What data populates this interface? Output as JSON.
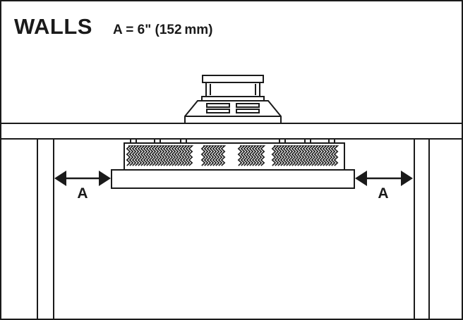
{
  "header": {
    "title": "WALLS",
    "clearance_note": "A = 6\" (152 mm)"
  },
  "dimensions": {
    "left_label": "A",
    "right_label": "A"
  },
  "colors": {
    "line": "#1a1a1a",
    "background": "#ffffff"
  }
}
